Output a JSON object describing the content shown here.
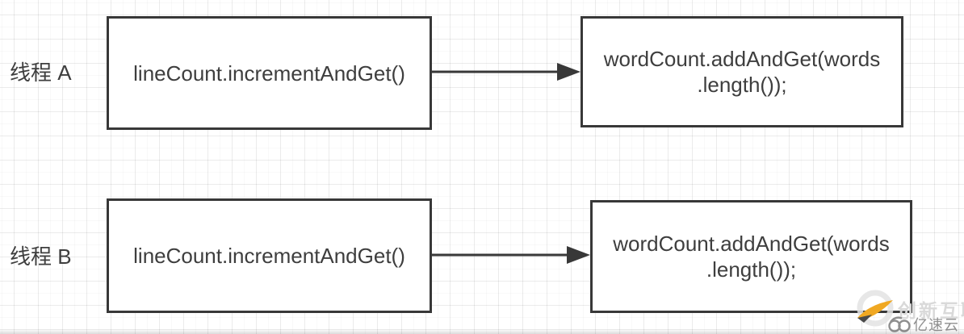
{
  "threads": [
    {
      "label": "线程 A",
      "step1": "lineCount.incrementAndGet()",
      "step2_line1": "wordCount.addAndGet(words",
      "step2_line2": ".length());"
    },
    {
      "label": "线程 B",
      "step1": "lineCount.incrementAndGet()",
      "step2_line1": "wordCount.addAndGet(words",
      "step2_line2": ".length());"
    }
  ],
  "watermark": {
    "brand_top": "创新互联",
    "brand_bottom": "亿速云"
  },
  "colors": {
    "box_border": "#383838",
    "text": "#3e3e3e",
    "arrow": "#383838",
    "grid_line": "#ebebeb",
    "background": "#ffffff",
    "logo_orange": "#f0a822",
    "watermark_light_gray": "#d5d5d5",
    "watermark_gray": "#8f8f8f"
  }
}
